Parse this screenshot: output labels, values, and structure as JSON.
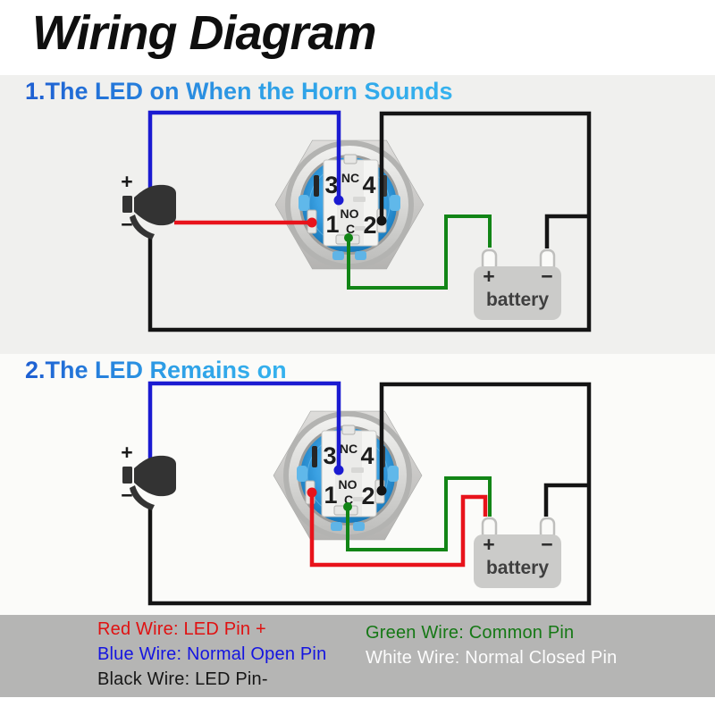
{
  "title": "Wiring Diagram",
  "sections": [
    {
      "heading": "1.The LED on When the Horn Sounds"
    },
    {
      "heading": "2.The LED Remains on"
    }
  ],
  "horn": {
    "plus": "+",
    "minus": "−"
  },
  "switch": {
    "pin3": "3",
    "nc": "NC",
    "pin4": "4",
    "pin1": "1",
    "no": "NO",
    "c": "C",
    "pin2": "2"
  },
  "battery": {
    "plus": "+",
    "minus": "−",
    "label": "battery"
  },
  "legend": {
    "left": [
      "Red Wire: LED Pin +",
      "Blue Wire: Normal Open Pin",
      "Black Wire: LED Pin-"
    ],
    "right": [
      "Green Wire: Common Pin",
      "White Wire: Normal Closed Pin"
    ]
  },
  "colors": {
    "wire_red": "#e8131b",
    "wire_blue": "#1b1bd1",
    "wire_green": "#128516",
    "wire_black": "#141414",
    "heading_gradient_start": "#1e5fd2",
    "heading_gradient_end": "#35b2ee",
    "section1_background": "#f0f0ee",
    "section2_background": "#fbfbf9",
    "legend_band": "#b5b5b4",
    "switch_body_blue": "#3aa0e2",
    "battery_body": "#cbcbc9"
  }
}
